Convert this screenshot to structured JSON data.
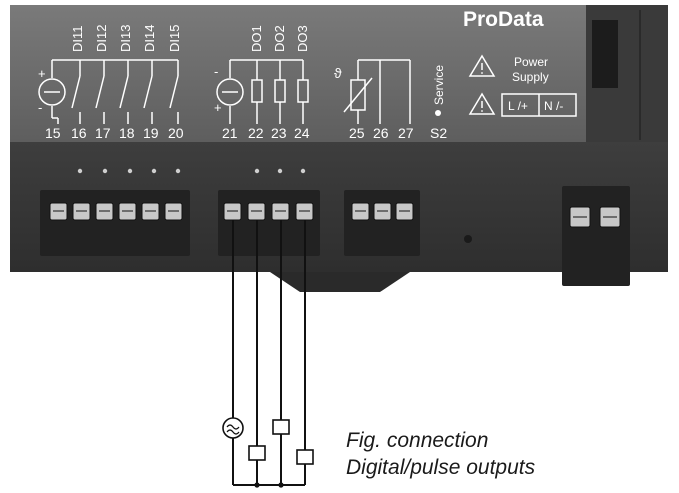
{
  "brand": "ProData",
  "inputs": {
    "labels": [
      "DI11",
      "DI12",
      "DI13",
      "DI14",
      "DI15"
    ],
    "terminals": [
      "15",
      "16",
      "17",
      "18",
      "19",
      "20"
    ]
  },
  "outputs": {
    "labels": [
      "DO1",
      "DO2",
      "DO3"
    ],
    "terminals": [
      "21",
      "22",
      "23",
      "24"
    ]
  },
  "temperature": {
    "terminals": [
      "25",
      "26",
      "27"
    ],
    "symbol": "ϑ"
  },
  "service": {
    "label": "Service",
    "terminal": "S2"
  },
  "power_supply": {
    "title_line1": "Power",
    "title_line2": "Supply",
    "terminal_l": "L /+",
    "terminal_n": "N /-"
  },
  "caption": {
    "line1": "Fig. connection",
    "line2": "Digital/pulse outputs"
  },
  "colors": {
    "panel": "#6e6e6e",
    "body": "#4a4a4a",
    "terminal_block": "#232323",
    "label_text": "#ffffff"
  }
}
